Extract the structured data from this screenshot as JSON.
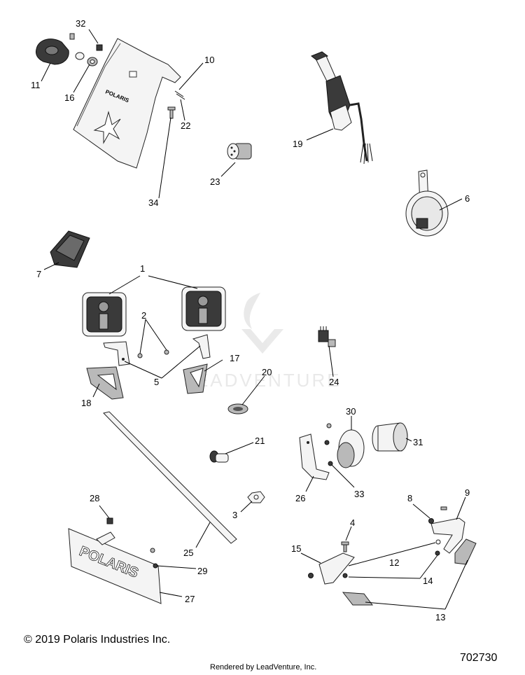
{
  "callouts": [
    {
      "id": "c32",
      "text": "32"
    },
    {
      "id": "c10",
      "text": "10"
    },
    {
      "id": "c11",
      "text": "11"
    },
    {
      "id": "c16",
      "text": "16"
    },
    {
      "id": "c22",
      "text": "22"
    },
    {
      "id": "c34",
      "text": "34"
    },
    {
      "id": "c23",
      "text": "23"
    },
    {
      "id": "c19",
      "text": "19"
    },
    {
      "id": "c6",
      "text": "6"
    },
    {
      "id": "c7",
      "text": "7"
    },
    {
      "id": "c1",
      "text": "1"
    },
    {
      "id": "c2",
      "text": "2"
    },
    {
      "id": "c5",
      "text": "5"
    },
    {
      "id": "c17",
      "text": "17"
    },
    {
      "id": "c18",
      "text": "18"
    },
    {
      "id": "c20",
      "text": "20"
    },
    {
      "id": "c24",
      "text": "24"
    },
    {
      "id": "c30",
      "text": "30"
    },
    {
      "id": "c31",
      "text": "31"
    },
    {
      "id": "c21",
      "text": "21"
    },
    {
      "id": "c26",
      "text": "26"
    },
    {
      "id": "c33",
      "text": "33"
    },
    {
      "id": "c3",
      "text": "3"
    },
    {
      "id": "c28",
      "text": "28"
    },
    {
      "id": "c25",
      "text": "25"
    },
    {
      "id": "c29",
      "text": "29"
    },
    {
      "id": "c27",
      "text": "27"
    },
    {
      "id": "c4",
      "text": "4"
    },
    {
      "id": "c8",
      "text": "8"
    },
    {
      "id": "c9",
      "text": "9"
    },
    {
      "id": "c15",
      "text": "15"
    },
    {
      "id": "c12",
      "text": "12"
    },
    {
      "id": "c14",
      "text": "14"
    },
    {
      "id": "c13",
      "text": "13"
    }
  ],
  "plate_logo_text": "POLARIS",
  "license_plate_text": "POLARIS",
  "watermark_text": "LEADVENTURE",
  "copyright": "© 2019 Polaris Industries Inc.",
  "diagram_id": "702730",
  "rendered_by": "Rendered by LeadVenture, Inc."
}
